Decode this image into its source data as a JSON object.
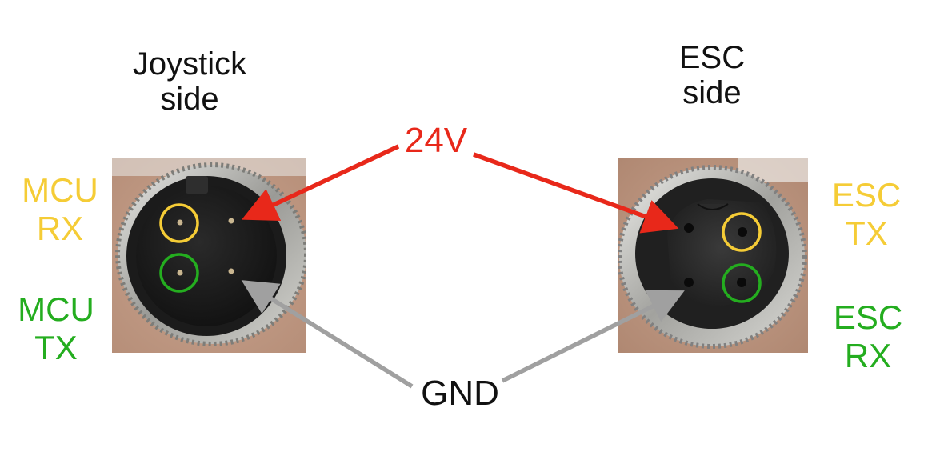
{
  "titles": {
    "joystick": [
      "Joystick",
      "side"
    ],
    "esc": [
      "ESC",
      "side"
    ]
  },
  "joystick_pins": {
    "rx": [
      "MCU",
      "RX"
    ],
    "tx": [
      "MCU",
      "TX"
    ]
  },
  "esc_pins": {
    "tx": [
      "ESC",
      "TX"
    ],
    "rx": [
      "ESC",
      "RX"
    ]
  },
  "rails": {
    "power": "24V",
    "ground": "GND"
  },
  "colors": {
    "rx_tx_yellow": "#f5cc36",
    "rx_tx_green": "#24ad1f",
    "power_red": "#e8281a",
    "ground_gray": "#a0a0a0",
    "title_black": "#111111"
  }
}
